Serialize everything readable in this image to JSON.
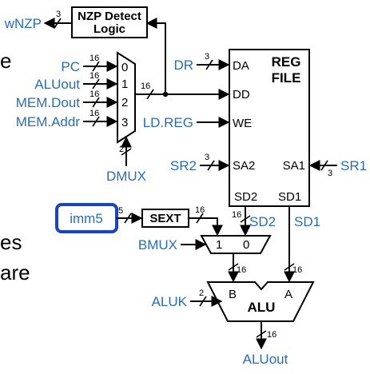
{
  "nzp_block": {
    "line1": "NZP Detect",
    "line2": "Logic"
  },
  "nzp_output": {
    "label": "wNZP",
    "width": "3"
  },
  "mux_inputs": [
    {
      "label": "PC",
      "index": "0",
      "width": "16"
    },
    {
      "label": "ALUout",
      "index": "1",
      "width": "16"
    },
    {
      "label": "MEM.Dout",
      "index": "2",
      "width": "16"
    },
    {
      "label": "MEM.Addr",
      "index": "3",
      "width": "16"
    }
  ],
  "dmux": {
    "label": "DMUX",
    "width": "2"
  },
  "mux_out_width": "16",
  "reg_file": {
    "title_line1": "REG",
    "title_line2": "FILE",
    "ports": {
      "da": "DA",
      "dd": "DD",
      "we": "WE",
      "sa2": "SA2",
      "sa1": "SA1",
      "sd2": "SD2",
      "sd1": "SD1"
    }
  },
  "dr": {
    "label": "DR",
    "width": "3"
  },
  "ld_reg": {
    "label": "LD.REG"
  },
  "sr2": {
    "label": "SR2",
    "width": "3"
  },
  "sr1": {
    "label": "SR1",
    "width": "3"
  },
  "sd2_out": {
    "label": "SD2",
    "width": "16"
  },
  "sd1_out": {
    "label": "SD1"
  },
  "imm5": {
    "label": "imm5",
    "width": "5",
    "highlight_color": "#1a44c4"
  },
  "sext": {
    "label": "SEXT",
    "out_width": "16"
  },
  "bmux": {
    "label": "BMUX",
    "in1": "1",
    "in0": "0"
  },
  "alu": {
    "label": "ALU",
    "in_b": "B",
    "in_a": "A",
    "b_width": "16",
    "a_width": "16"
  },
  "aluk": {
    "label": "ALUK",
    "width": "2"
  },
  "aluout": {
    "label": "ALUout",
    "width": "16"
  },
  "background_text": {
    "fragment_1": "e",
    "fragment_2": "es",
    "fragment_3": "are"
  },
  "colors": {
    "signal": "#2a6db5",
    "wire": "#000000",
    "highlight": "#1a44c4"
  }
}
